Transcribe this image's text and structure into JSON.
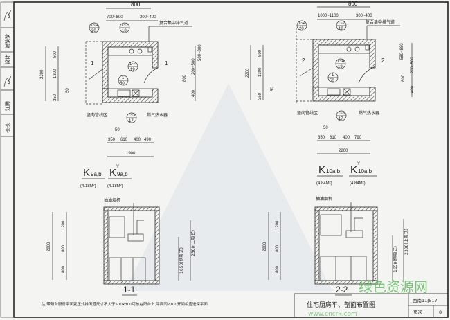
{
  "sign_strip": {
    "checker_label": "校核",
    "checker_name": "江腾",
    "designer_label": "设计",
    "designer_name": "谢黎黎"
  },
  "plan1": {
    "top_dims": [
      "800",
      "700~800",
      "300~400"
    ],
    "callouts": [
      {
        "top": "1~4",
        "bottom": "20"
      },
      {
        "top": "1~2",
        "bottom": "18"
      },
      {
        "top": "1~4",
        "bottom": "19"
      },
      {
        "top": "1",
        "bottom": "50"
      },
      {
        "top": "1~3",
        "bottom": "17"
      }
    ],
    "exhaust_label": "复合集中排气道",
    "section_mark": "1",
    "left_dims": [
      "2200",
      "500",
      "1300",
      "350",
      "50"
    ],
    "right_dims": [
      "500~800",
      "200~500",
      "800",
      "400"
    ],
    "pipe_label": "竖向管线区",
    "heater_label": "燃气热水器",
    "bottom_dims": [
      "50",
      "350",
      "610",
      "400",
      "490",
      "1900"
    ],
    "type_a": "K",
    "type_a_sub": "9a,b",
    "type_b": "K",
    "type_b_sup": "Y",
    "type_b_sub": "9a,b",
    "area_a": "(4.18M²)",
    "area_b": "(4.18M²)"
  },
  "plan2": {
    "top_dims": [
      "800",
      "1000~1100",
      "300~400"
    ],
    "callouts": [
      {
        "top": "1~4",
        "bottom": "20"
      },
      {
        "top": "1~2",
        "bottom": "18"
      },
      {
        "top": "1~4",
        "bottom": "19"
      },
      {
        "top": "1",
        "bottom": "50"
      },
      {
        "top": "1~3",
        "bottom": "17"
      }
    ],
    "exhaust_label": "复合集中排气道",
    "section_mark": "2",
    "left_dims": [
      "2200",
      "500",
      "1300",
      "350",
      "50"
    ],
    "right_dims": [
      "580~880",
      "200~500",
      "800",
      "400"
    ],
    "pipe_label": "竖向管线区",
    "heater_label": "燃气热水器",
    "bottom_dims": [
      "50",
      "350",
      "610",
      "400",
      "790",
      "2200"
    ],
    "type_a": "K",
    "type_a_sub": "10a,b",
    "type_b": "K",
    "type_b_sup": "Y",
    "type_b_sub": "10a,b",
    "area_a": "(4.84M²)",
    "area_b": "(4.84M²)"
  },
  "section1": {
    "hood_label": "抽油烟机",
    "dims": [
      "2800",
      "1200",
      "800",
      "800"
    ],
    "side_height": "1650(侧吸式)",
    "top_height": "2300(上吸式)",
    "title": "1-1"
  },
  "section2": {
    "hood_label": "抽油烟机",
    "dims": [
      "2800",
      "1200",
      "800",
      "800"
    ],
    "side_height": "1650(侧吸式)",
    "top_height": "2300(上吸式)",
    "title": "2-2"
  },
  "note": "注:带阳台厨房平面变压式排风道尺寸不大于500x300可放在阳台上,平面同2700开间相应进深平面.",
  "title_block": {
    "title": "住宅厨房平、剖面布置图",
    "atlas_no": "西南11J517",
    "page_label": "页次",
    "page_no": "8"
  },
  "watermark": {
    "text": "绿色资源网",
    "url": "www.cncrk.com",
    "color": "#5cb85c"
  }
}
